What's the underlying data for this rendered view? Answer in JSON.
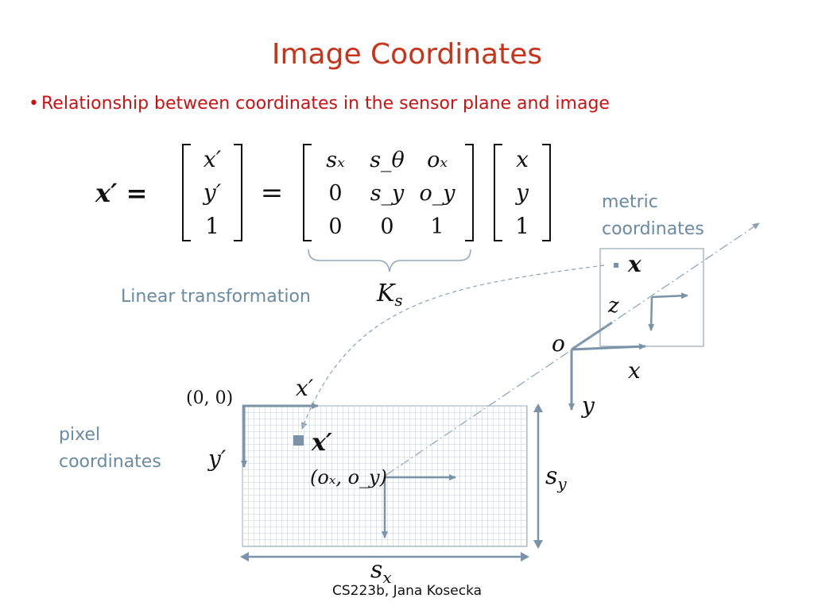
{
  "slide": {
    "title": "Image Coordinates",
    "bullet": "Relationship between coordinates in the sensor plane and image",
    "footer": "CS223b, Jana Kosecka"
  },
  "equation": {
    "lhs": "x′ =",
    "vector_xprime": [
      "x′",
      "y′",
      "1"
    ],
    "equals": "=",
    "matrix": [
      [
        "sₓ",
        "s_θ",
        "oₓ"
      ],
      [
        "0",
        "s_y",
        "o_y"
      ],
      [
        "0",
        "0",
        "1"
      ]
    ],
    "vector_x": [
      "x",
      "y",
      "1"
    ],
    "brace_label": "K",
    "brace_label_sub": "s"
  },
  "labels": {
    "linear_transformation": "Linear transformation",
    "metric_coordinates": [
      "metric",
      "coordinates"
    ],
    "pixel_coordinates": [
      "pixel",
      "coordinates"
    ],
    "origin_pixel": "(0, 0)",
    "axis_xprime": "x′",
    "axis_yprime": "y′",
    "point_xprime": "x′",
    "principal_point": "(oₓ, o_y)",
    "sy": "s",
    "sy_sub": "y",
    "sx": "s",
    "sx_sub": "x",
    "metric_point": "x",
    "camera_origin": "o",
    "axis_z": "z",
    "axis_x": "x",
    "axis_y": "y"
  },
  "colors": {
    "title": "#c8341a",
    "bullet": "#d01010",
    "label_blue": "#6a8aa4",
    "arrow": "#7a93a8",
    "grid": "#c3cdd9",
    "box": "#9aaebc"
  }
}
